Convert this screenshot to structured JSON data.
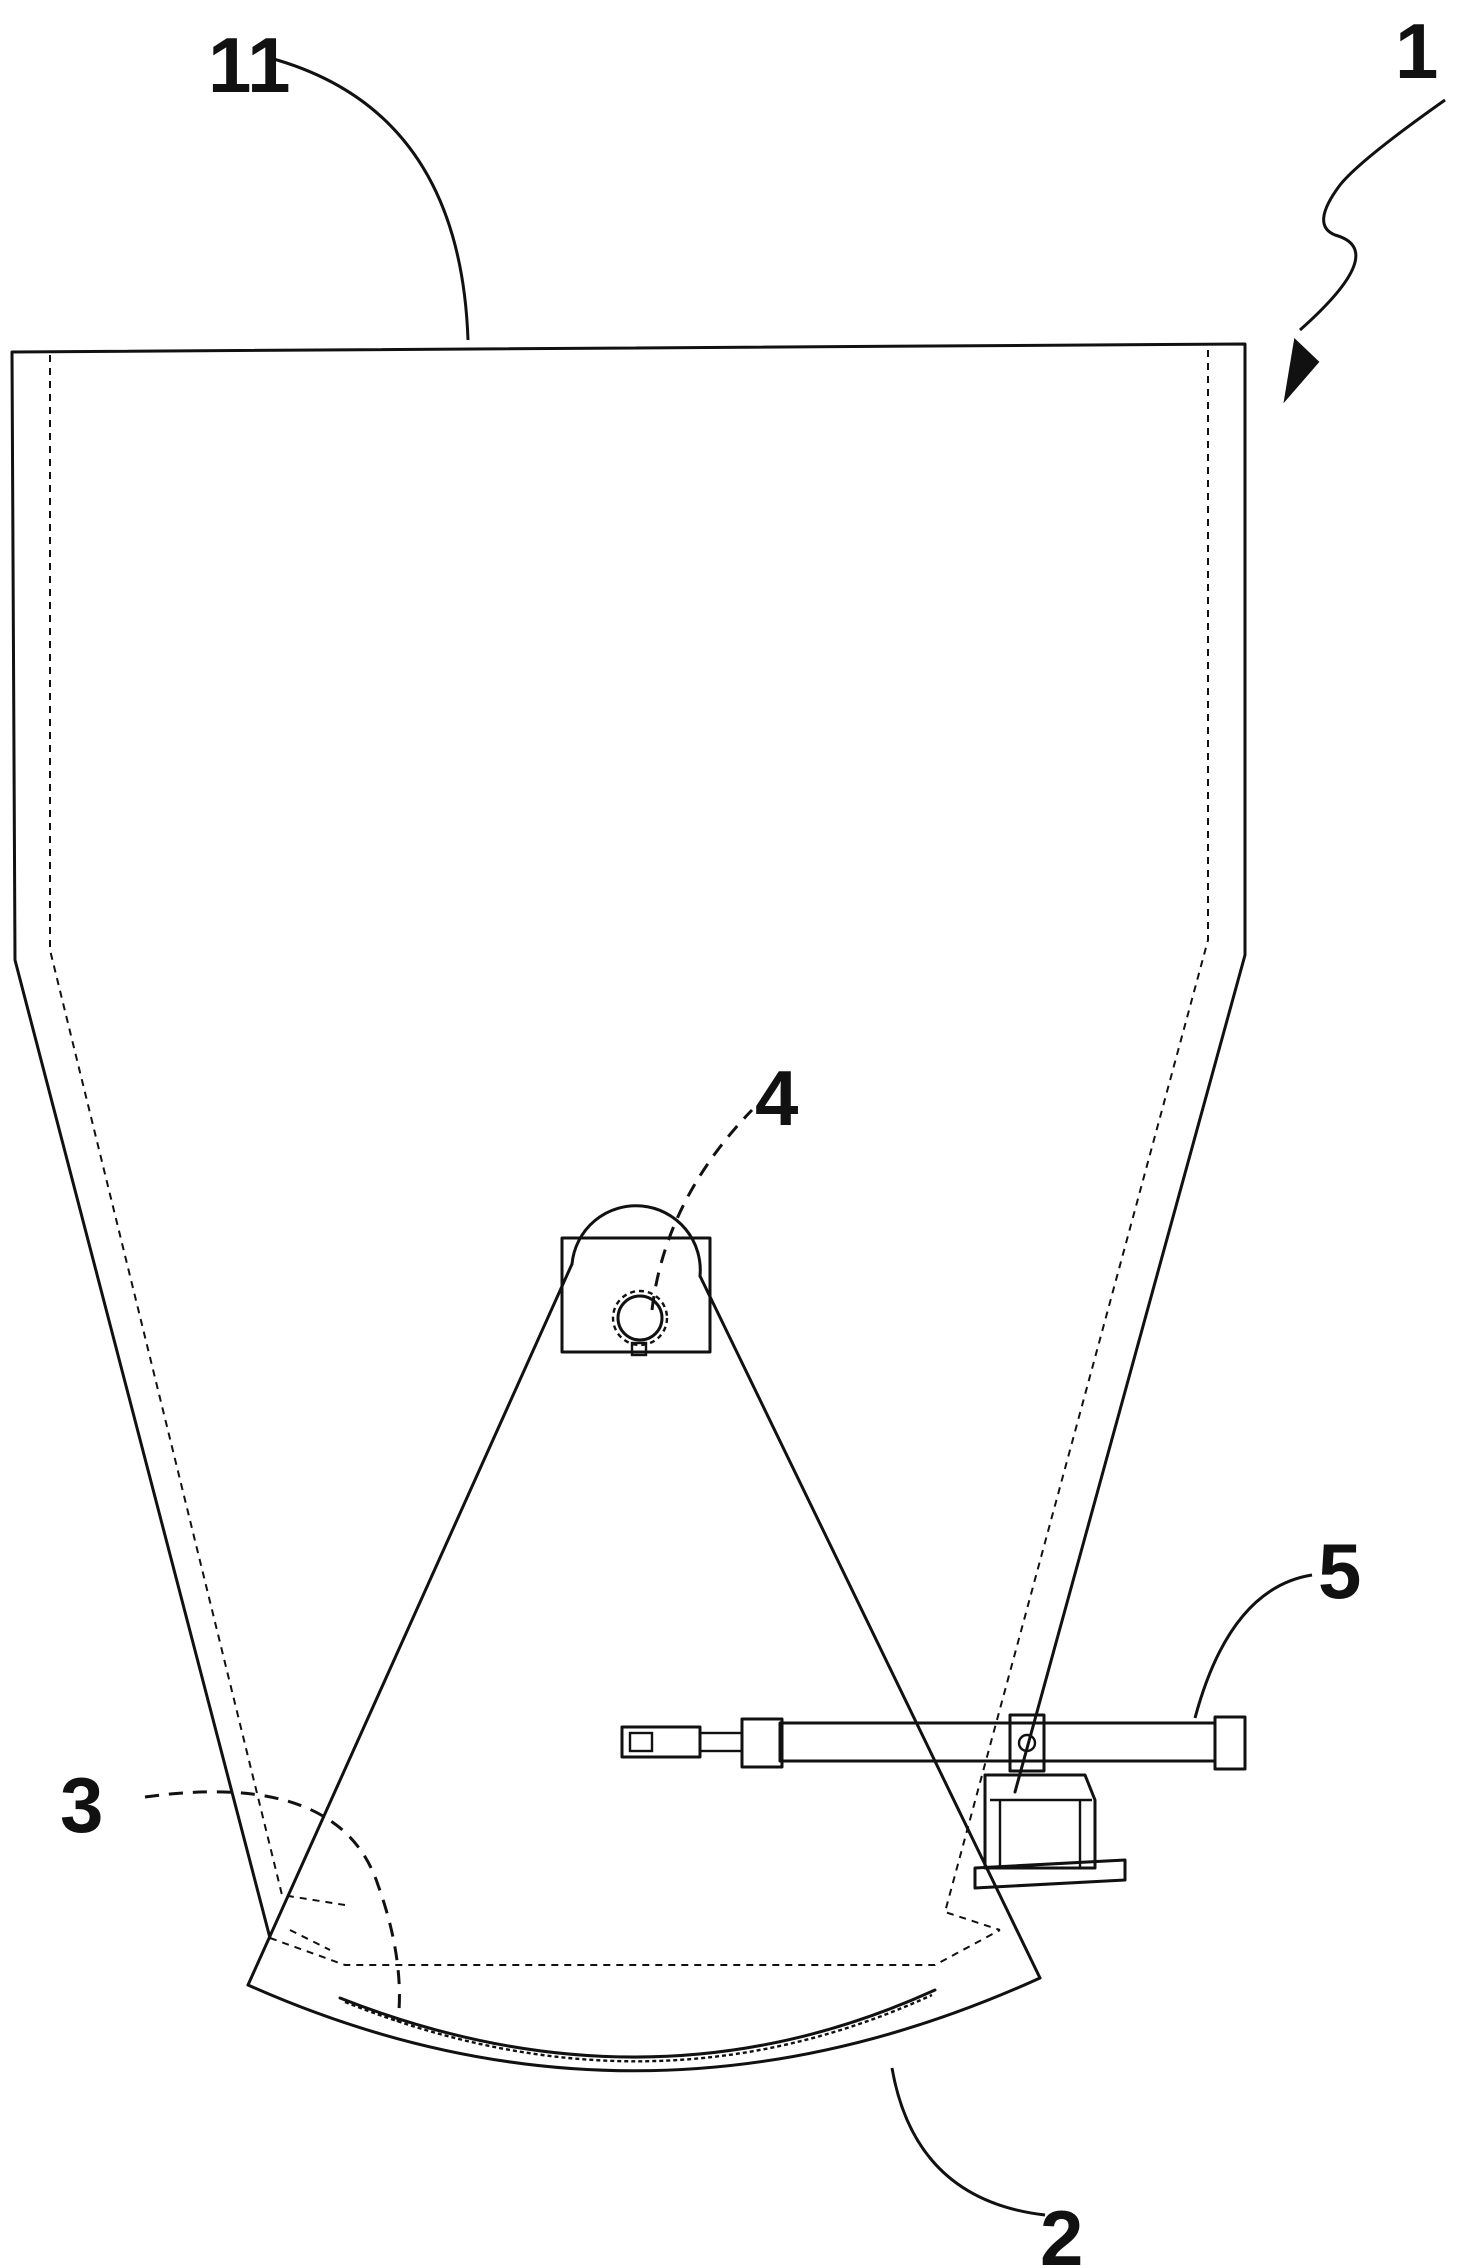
{
  "diagram": {
    "labels": {
      "assembly": "1",
      "hopper": "11",
      "gate": "2",
      "liner": "3",
      "pivot": "4",
      "actuator": "5"
    },
    "colors": {
      "line": "#111111",
      "background": "#ffffff"
    }
  }
}
